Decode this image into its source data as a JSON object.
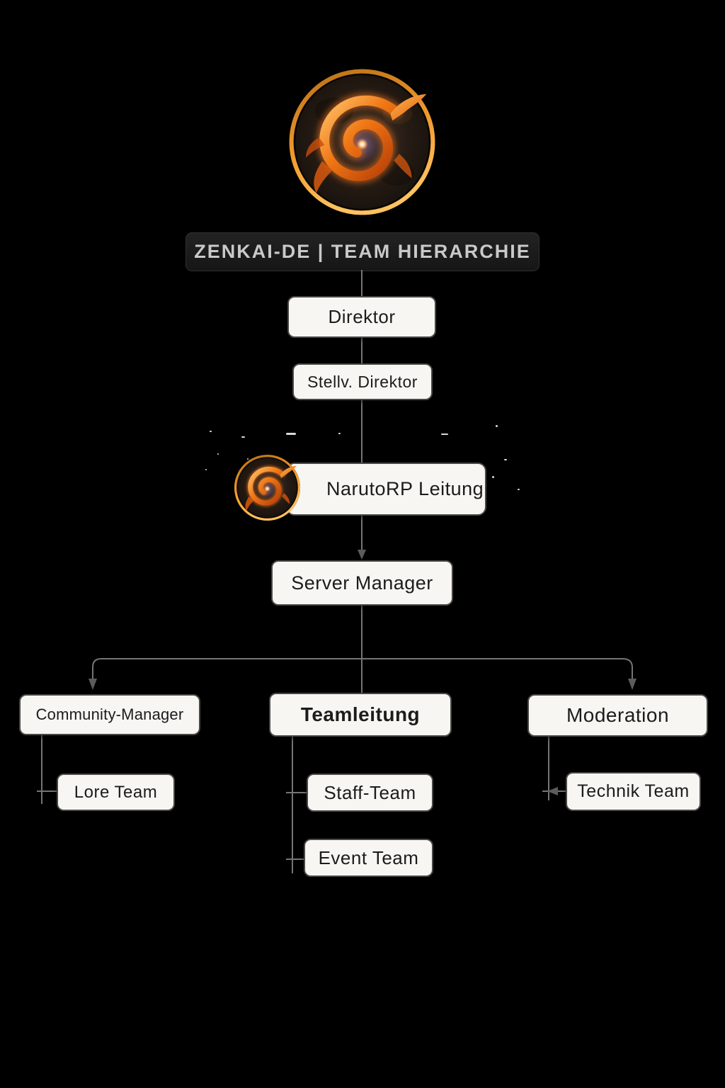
{
  "title_bar": {
    "text": "ZENKAI-DE | TEAM HIERARCHIE"
  },
  "logo": {
    "semantic": "fiery-spiral-emblem"
  },
  "nodes": {
    "direktor": {
      "label": "Direktor"
    },
    "stellv_direktor": {
      "label": "Stellv. Direktor"
    },
    "narutorp_leitung": {
      "label": "NarutoRP Leitung"
    },
    "server_manager": {
      "label": "Server Manager"
    },
    "community_manager": {
      "label": "Community-Manager"
    },
    "teamleitung": {
      "label": "Teamleitung"
    },
    "moderation": {
      "label": "Moderation"
    },
    "lore_team": {
      "label": "Lore Team"
    },
    "staff_team": {
      "label": "Staff-Team"
    },
    "event_team": {
      "label": "Event Team"
    },
    "technik_team": {
      "label": "Technik Team"
    }
  },
  "edges": [
    {
      "from": "title_bar",
      "to": "direktor"
    },
    {
      "from": "direktor",
      "to": "stellv_direktor"
    },
    {
      "from": "stellv_direktor",
      "to": "narutorp_leitung"
    },
    {
      "from": "narutorp_leitung",
      "to": "server_manager"
    },
    {
      "from": "server_manager",
      "to": "community_manager"
    },
    {
      "from": "server_manager",
      "to": "teamleitung"
    },
    {
      "from": "server_manager",
      "to": "moderation"
    },
    {
      "from": "community_manager",
      "to": "lore_team"
    },
    {
      "from": "teamleitung",
      "to": "staff_team"
    },
    {
      "from": "teamleitung",
      "to": "event_team"
    },
    {
      "from": "moderation",
      "to": "technik_team"
    }
  ],
  "colors": {
    "background": "#000000",
    "node_bg": "#f7f6f3",
    "node_border": "#4a4846",
    "node_text": "#1d1c1b",
    "connector": "#757575",
    "title_bg": "#1b1b1b",
    "title_text": "#c9c9c9",
    "logo_ring": "#f59a28",
    "logo_flame": "#f07614"
  }
}
